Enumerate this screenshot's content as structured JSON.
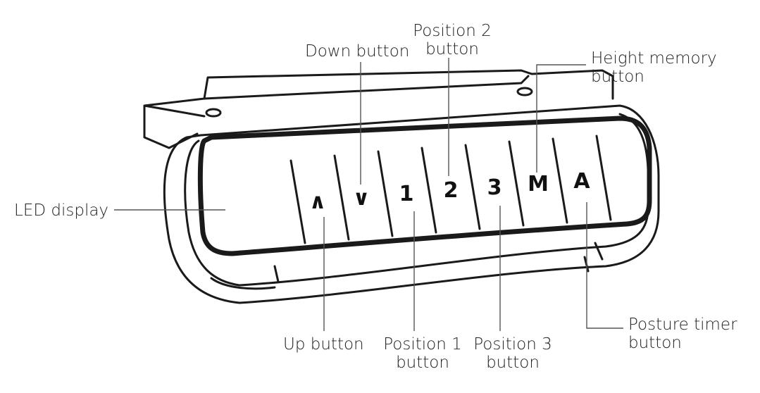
{
  "labels": {
    "led_display": "LED display",
    "down_button": "Down button",
    "position2": {
      "line1": "Position 2",
      "line2": "button"
    },
    "height_memory": {
      "line1": "Height memory",
      "line2": "button"
    },
    "up_button": "Up button",
    "position1": {
      "line1": "Position 1",
      "line2": "button"
    },
    "position3": {
      "line1": "Position 3",
      "line2": "button"
    },
    "posture_timer": {
      "line1": "Posture timer",
      "line2": "button"
    }
  },
  "keys": {
    "up": "∧",
    "down": "∨",
    "one": "1",
    "two": "2",
    "three": "3",
    "memory": "M",
    "auto": "A"
  },
  "colors": {
    "line": "#1a1a1a",
    "leader": "#555555"
  }
}
